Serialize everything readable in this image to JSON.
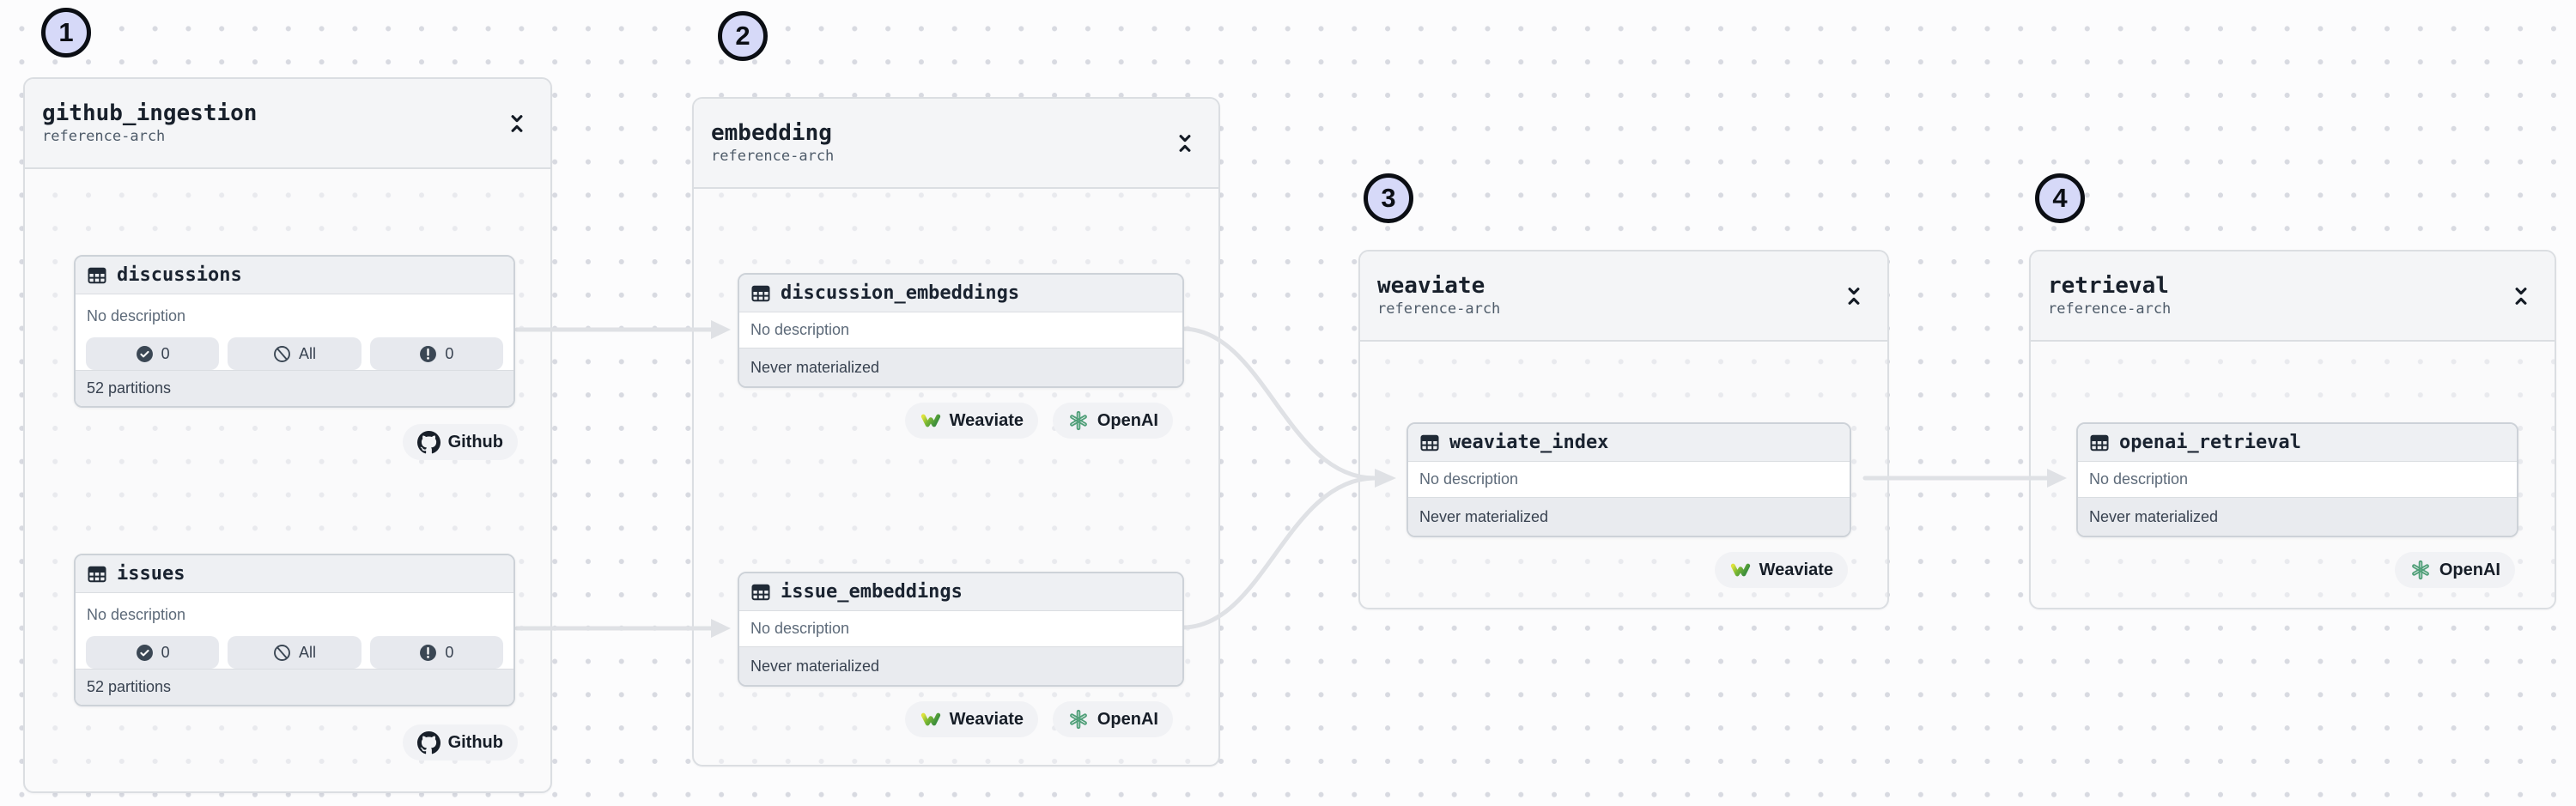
{
  "diagram": {
    "groups": [
      {
        "number": "1",
        "title": "github_ingestion",
        "subtitle": "reference-arch",
        "assets": [
          {
            "name": "discussions",
            "description": "No description",
            "status_pills": {
              "materialized": "0",
              "missing": "All",
              "failed": "0"
            },
            "footer": "52 partitions",
            "kinds": [
              {
                "label": "Github",
                "icon": "github-icon"
              }
            ]
          },
          {
            "name": "issues",
            "description": "No description",
            "status_pills": {
              "materialized": "0",
              "missing": "All",
              "failed": "0"
            },
            "footer": "52 partitions",
            "kinds": [
              {
                "label": "Github",
                "icon": "github-icon"
              }
            ]
          }
        ]
      },
      {
        "number": "2",
        "title": "embedding",
        "subtitle": "reference-arch",
        "assets": [
          {
            "name": "discussion_embeddings",
            "description": "No description",
            "status": "Never materialized",
            "kinds": [
              {
                "label": "Weaviate",
                "icon": "weaviate-icon"
              },
              {
                "label": "OpenAI",
                "icon": "openai-icon"
              }
            ]
          },
          {
            "name": "issue_embeddings",
            "description": "No description",
            "status": "Never materialized",
            "kinds": [
              {
                "label": "Weaviate",
                "icon": "weaviate-icon"
              },
              {
                "label": "OpenAI",
                "icon": "openai-icon"
              }
            ]
          }
        ]
      },
      {
        "number": "3",
        "title": "weaviate",
        "subtitle": "reference-arch",
        "assets": [
          {
            "name": "weaviate_index",
            "description": "No description",
            "status": "Never materialized",
            "kinds": [
              {
                "label": "Weaviate",
                "icon": "weaviate-icon"
              }
            ]
          }
        ]
      },
      {
        "number": "4",
        "title": "retrieval",
        "subtitle": "reference-arch",
        "assets": [
          {
            "name": "openai_retrieval",
            "description": "No description",
            "status": "Never materialized",
            "kinds": [
              {
                "label": "OpenAI",
                "icon": "openai-icon"
              }
            ]
          }
        ]
      }
    ],
    "edges": [
      {
        "from": "discussions",
        "to": "discussion_embeddings"
      },
      {
        "from": "issues",
        "to": "issue_embeddings"
      },
      {
        "from": "discussion_embeddings",
        "to": "weaviate_index"
      },
      {
        "from": "issue_embeddings",
        "to": "weaviate_index"
      },
      {
        "from": "weaviate_index",
        "to": "openai_retrieval"
      }
    ],
    "colors": {
      "edge": "#dfe1e5",
      "circle_fill": "#d6d9f8",
      "weaviate_green": "#3e8f3c",
      "weaviate_yellow": "#dce23c",
      "openai_green": "#4f9f78"
    }
  }
}
